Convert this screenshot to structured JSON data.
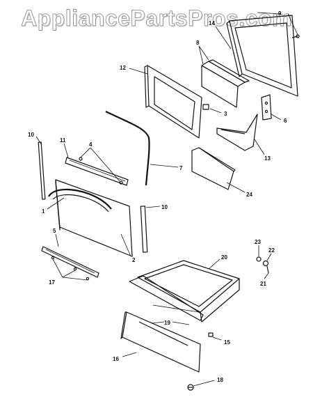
{
  "watermark": "AppliancePartsPros.com",
  "callouts": {
    "c1": "1",
    "c2": "2",
    "c3": "3",
    "c4": "4",
    "c5": "5",
    "c6": "6",
    "c7": "7",
    "c8": "8",
    "c9": "9",
    "c10a": "10",
    "c10b": "10",
    "c11": "11",
    "c12": "12",
    "c13": "13",
    "c14": "14",
    "c15": "15",
    "c16": "16",
    "c17": "17",
    "c18": "18",
    "c19": "19",
    "c20": "20",
    "c21": "21",
    "c22": "22",
    "c23": "23",
    "c24": "24"
  }
}
